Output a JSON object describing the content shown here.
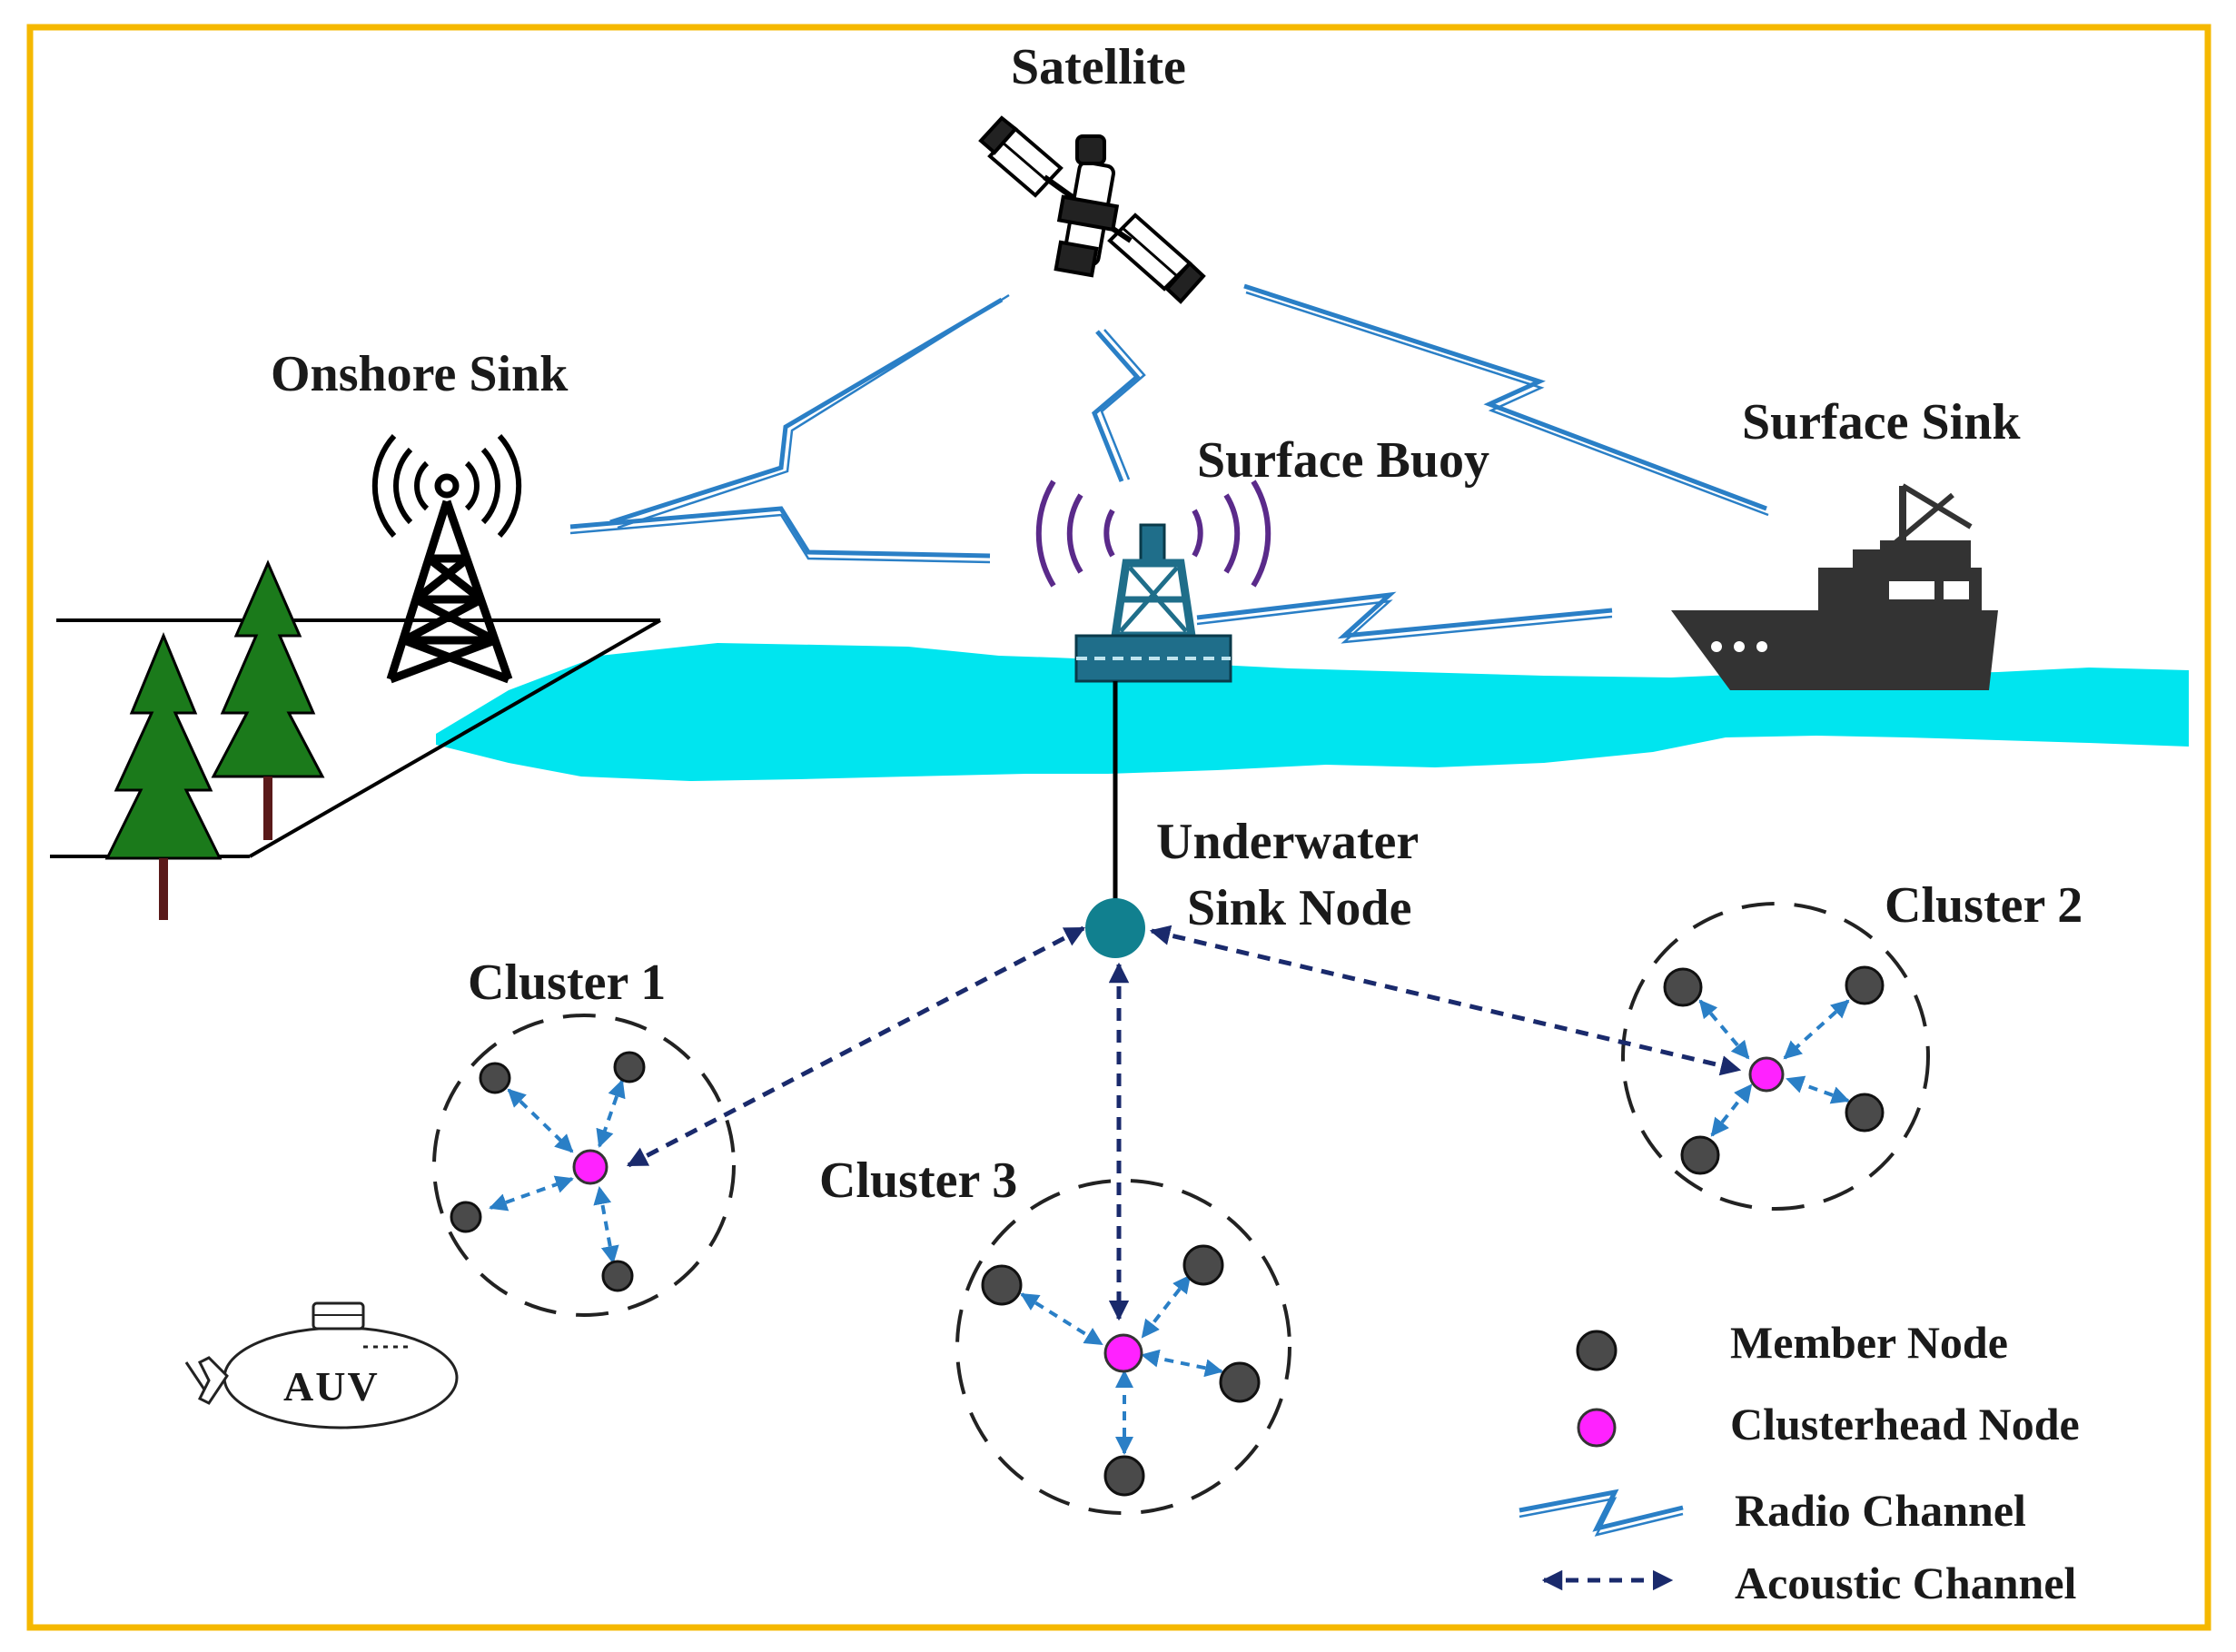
{
  "labels": {
    "satellite": "Satellite",
    "onshore_sink": "Onshore Sink",
    "surface_buoy": "Surface Buoy",
    "surface_sink": "Surface Sink",
    "underwater_sink_line1": "Underwater",
    "underwater_sink_line2": "Sink Node",
    "cluster_1": "Cluster 1",
    "cluster_2": "Cluster 2",
    "cluster_3": "Cluster 3",
    "auv": "AUV"
  },
  "legend": {
    "member_node": "Member Node",
    "clusterhead_node": "Clusterhead Node",
    "radio_channel": "Radio Channel",
    "acoustic_channel": "Acoustic Channel"
  },
  "colors": {
    "frame": "#f5b800",
    "water": "#00e5ef",
    "radio": "#2a7fc6",
    "acoustic": "#1a2a6c",
    "member": "#4a4a4a",
    "clusterhead": "#ff22ff",
    "sink_node": "#11808f",
    "tree": "#1b7a1b",
    "signal": "#5a2a8a"
  }
}
